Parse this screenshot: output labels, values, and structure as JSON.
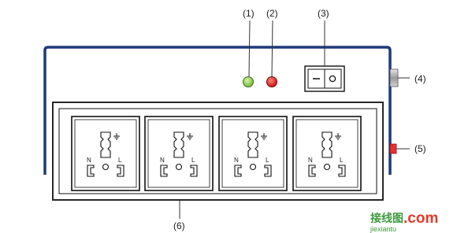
{
  "labels": {
    "l1": "(1)",
    "l2": "(2)",
    "l3": "(3)",
    "l4": "(4)",
    "l5": "(5)",
    "l6": "(6)"
  },
  "socket_text": {
    "neutral": "N",
    "live": "L"
  },
  "watermark": {
    "site_cn": "接线图",
    "dot_com": ".com",
    "url": "jiexiantu"
  },
  "colors": {
    "enclosure": "#1f3a7a",
    "indicator_green": "#8fd14f",
    "indicator_red": "#e02020",
    "port_red": "#e53030",
    "knob_gray": "#b8b8b8"
  }
}
